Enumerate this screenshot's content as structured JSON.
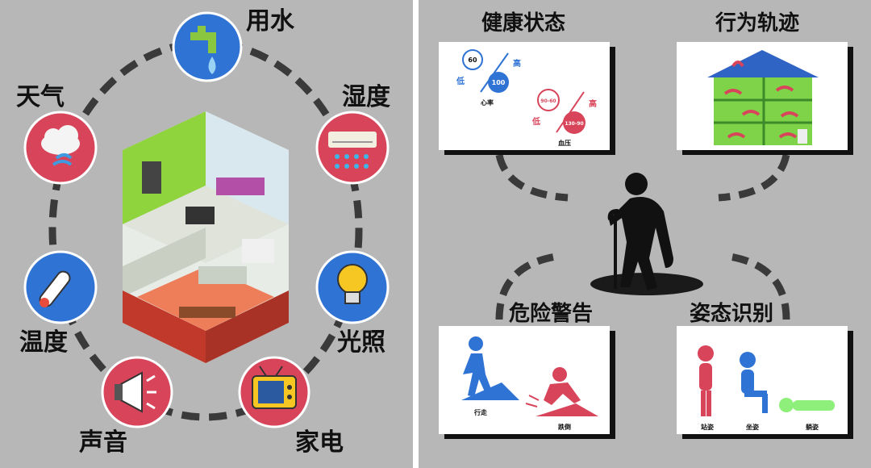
{
  "left_diagram": {
    "nodes": [
      {
        "label": "用水",
        "icon": "water-faucet-icon",
        "color": "#2f73d4"
      },
      {
        "label": "湿度",
        "icon": "air-conditioner-icon",
        "color": "#d8455a"
      },
      {
        "label": "光照",
        "icon": "light-bulb-icon",
        "color": "#2f73d4"
      },
      {
        "label": "家电",
        "icon": "television-icon",
        "color": "#d8455a"
      },
      {
        "label": "声音",
        "icon": "megaphone-icon",
        "color": "#d8455a"
      },
      {
        "label": "温度",
        "icon": "thermometer-icon",
        "color": "#2f73d4"
      },
      {
        "label": "天气",
        "icon": "weather-cloud-icon",
        "color": "#d8455a"
      }
    ]
  },
  "right_diagram": {
    "sections": [
      {
        "title": "健康状态"
      },
      {
        "title": "行为轨迹"
      },
      {
        "title": "危险警告"
      },
      {
        "title": "姿态识别"
      }
    ],
    "health": {
      "heart_rate": {
        "low_value": "60",
        "high_value": "100",
        "low_label": "低",
        "high_label": "高",
        "caption": "心率"
      },
      "blood_pressure": {
        "low_value": "90-60",
        "high_value": "130-90",
        "low_label": "低",
        "high_label": "高",
        "caption": "血压"
      }
    },
    "danger": {
      "walk_caption": "行走",
      "fall_caption": "跌倒"
    },
    "posture": {
      "stand_caption": "站姿",
      "sit_caption": "坐姿",
      "lie_caption": "躺姿"
    }
  }
}
